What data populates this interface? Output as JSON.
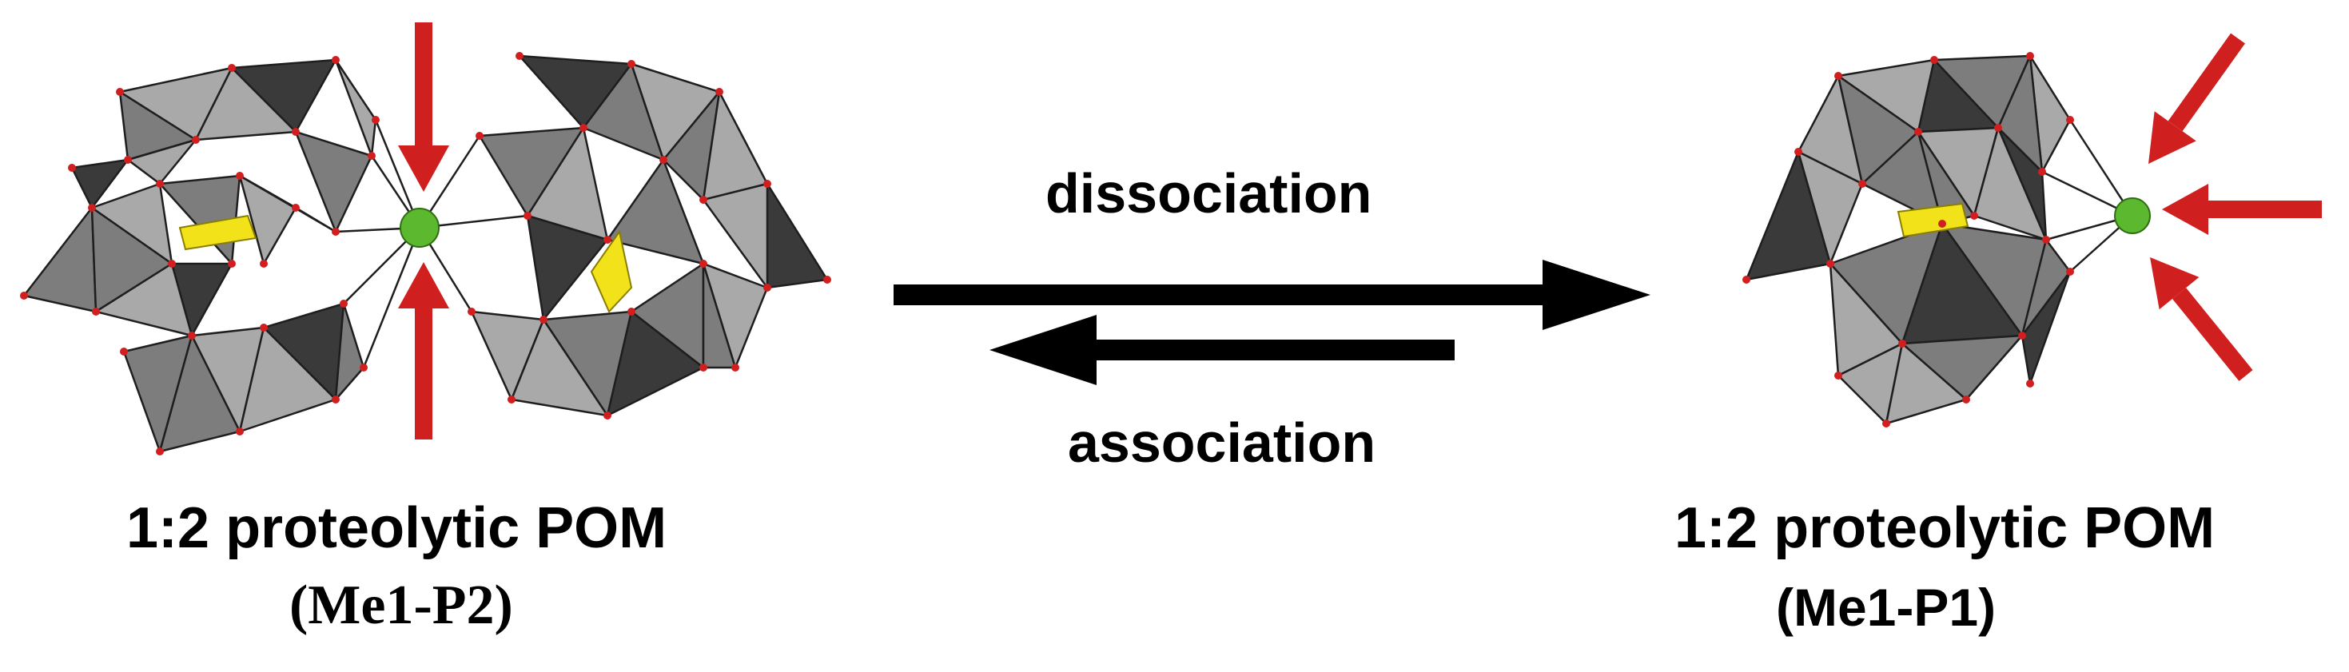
{
  "left_structure": {
    "caption": "1:2 proteolytic POM",
    "code": "(Me1-P2)"
  },
  "right_structure": {
    "caption": "1:2 proteolytic POM",
    "code": "(Me1-P1)"
  },
  "equilibrium": {
    "forward_label": "dissociation",
    "reverse_label": "association"
  },
  "colors": {
    "polyhedra_light": "#a9a9a9",
    "polyhedra_mid": "#7d7d7d",
    "polyhedra_dark": "#3a3a3a",
    "edge": "#1e1e1e",
    "vertex": "#d11f1f",
    "metal_center": "#5cb82e",
    "heteroatom": "#f2e21a",
    "attack_arrow": "#d01f1f",
    "reaction_arrow": "#000000"
  },
  "icons": {
    "attack": "red-arrow-icon",
    "metal": "green-sphere-icon"
  }
}
